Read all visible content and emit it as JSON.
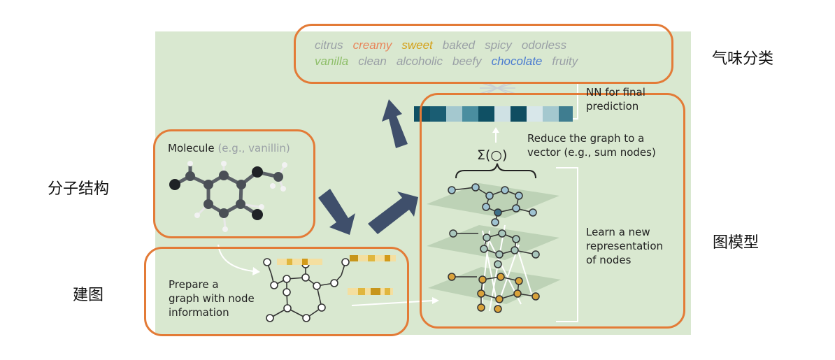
{
  "labels": {
    "odor_classification": "气味分类",
    "molecular_structure": "分子结构",
    "build_graph": "建图",
    "graph_model": "图模型"
  },
  "odors": {
    "row1": [
      {
        "text": "citrus",
        "color": "#9aa0a6"
      },
      {
        "text": "creamy",
        "color": "#e8855a"
      },
      {
        "text": "sweet",
        "color": "#d4a017"
      },
      {
        "text": "baked",
        "color": "#9aa0a6"
      },
      {
        "text": "spicy",
        "color": "#9aa0a6"
      },
      {
        "text": "odorless",
        "color": "#9aa0a6"
      }
    ],
    "row2": [
      {
        "text": "vanilla",
        "color": "#8fbf6a"
      },
      {
        "text": "clean",
        "color": "#9aa0a6"
      },
      {
        "text": "alcoholic",
        "color": "#9aa0a6"
      },
      {
        "text": "beefy",
        "color": "#9aa0a6"
      },
      {
        "text": "chocolate",
        "color": "#4a7bd0"
      },
      {
        "text": "fruity",
        "color": "#9aa0a6"
      }
    ]
  },
  "molecule": {
    "title": "Molecule",
    "example": "(e.g., vanillin)"
  },
  "graph_prep": {
    "line1": "Prepare a",
    "line2": "graph with node",
    "line3": "information"
  },
  "model": {
    "nn_line1": "NN for final",
    "nn_line2": "prediction",
    "reduce_line1": "Reduce the graph to a",
    "reduce_line2": "vector (e.g., sum nodes)",
    "sum_symbol": "Σ(○)",
    "learn_line1": "Learn a new",
    "learn_line2": "representation",
    "learn_line3": "of nodes"
  },
  "colors": {
    "accent_orange": "#e37b37",
    "arrow_navy": "#3f4f6b",
    "panel_green": "#d9e8d0"
  }
}
